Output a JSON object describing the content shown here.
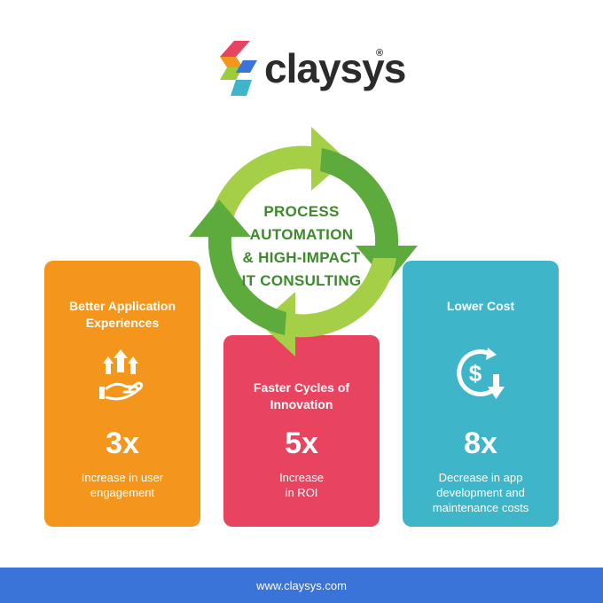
{
  "logo": {
    "text": "claysys",
    "reg": "®"
  },
  "center": {
    "lines": [
      "PROCESS",
      "AUTOMATION",
      "& HIGH-IMPACT",
      "IT CONSULTING"
    ]
  },
  "cards": {
    "left": {
      "title_lines": [
        "Better Application",
        "Experiences"
      ],
      "number": "3x",
      "desc_lines": [
        "Increase in user",
        "engagement"
      ],
      "icon": "hand-arrows-up-icon",
      "color": "#f5961c"
    },
    "middle": {
      "title_lines": [
        "Faster Cycles of",
        "Innovation"
      ],
      "number": "5x",
      "desc_lines": [
        "Increase",
        "in ROI"
      ],
      "color": "#e8435f"
    },
    "right": {
      "title_lines": [
        "Lower Cost"
      ],
      "number": "8x",
      "desc_lines": [
        "Decrease in app",
        "development and",
        "maintenance costs"
      ],
      "icon": "dollar-down-icon",
      "color": "#3fb5c9"
    }
  },
  "footer": {
    "url": "www.claysys.com",
    "color": "#3b74d8"
  },
  "colors": {
    "arrow_dark": "#5aaa3a",
    "arrow_light": "#9ccb3b",
    "center_text": "#3d8a2a"
  }
}
